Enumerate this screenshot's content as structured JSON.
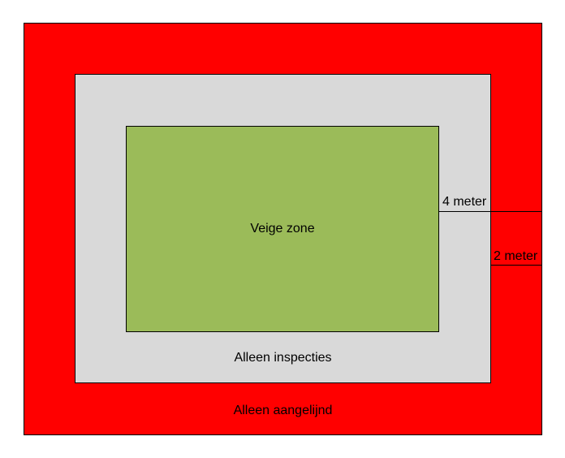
{
  "zones": {
    "outer": {
      "label": "Alleen aangelijnd",
      "fill": "#ff0000",
      "text_color": "#000000"
    },
    "middle": {
      "label": "Alleen inspecties",
      "fill": "#d9d9d9",
      "text_color": "#000000"
    },
    "inner": {
      "label": "Veige zone",
      "fill": "#9bbb59",
      "text_color": "#000000"
    }
  },
  "dimensions": {
    "inner_to_middle": "4 meter",
    "middle_to_outer": "2 meter"
  }
}
